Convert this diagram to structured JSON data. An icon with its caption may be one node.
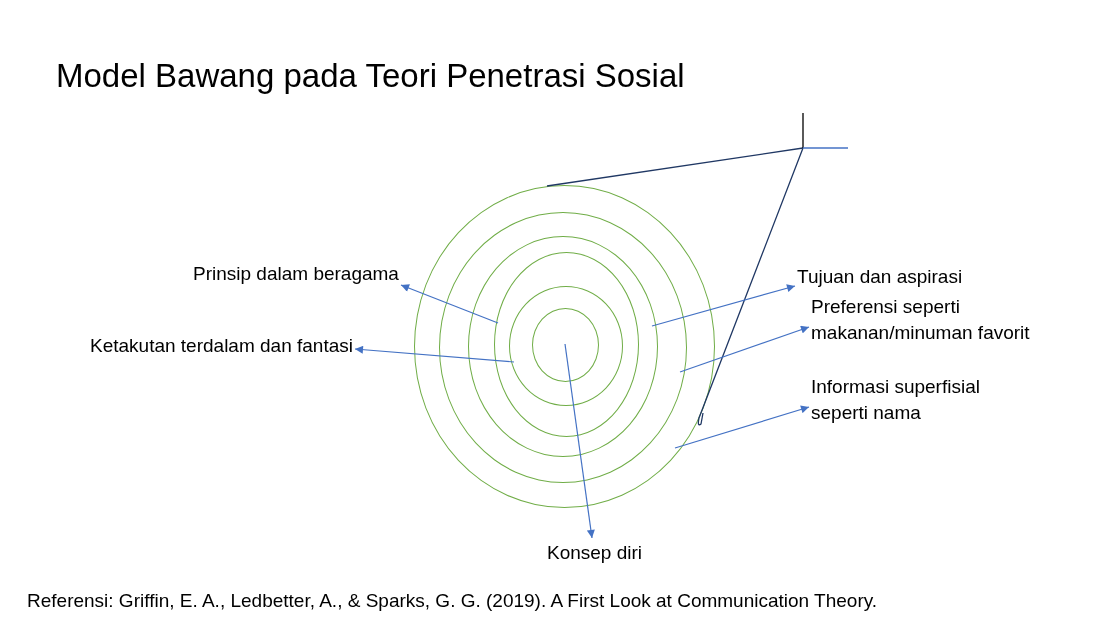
{
  "diagram": {
    "title": "Model Bawang pada Teori Penetrasi Sosial",
    "caption": "Referensi: Griffin, E. A., Ledbetter, A., & Sparks, G. G. (2019). A First Look at Communication Theory.",
    "nodes": [
      {
        "text": [],
        "shape": "ellipse"
      },
      {
        "text": [],
        "shape": "ellipse",
        "in": 0
      },
      {
        "text": [],
        "shape": "ellipse",
        "in": 1
      },
      {
        "text": [],
        "shape": "ellipse",
        "in": 2
      },
      {
        "text": [],
        "shape": "ellipse",
        "in": 3
      },
      {
        "text": [],
        "shape": "ellipse",
        "in": 4
      },
      {
        "text": [
          "Prinsip dalam beragama"
        ]
      },
      {
        "text": [
          "Tujuan dan aspirasi"
        ]
      },
      {
        "text": [
          "Preferensi seperti makanan/minuman favorit"
        ]
      },
      {
        "text": [
          "Ketakutan terdalam dan fantasi"
        ]
      },
      {
        "text": [
          "Informasi superfisial seperti nama"
        ]
      },
      {
        "text": [
          "Konsep diri"
        ]
      }
    ],
    "edges": [
      {
        "from": 3,
        "to": 6,
        "arrow": "to"
      },
      {
        "from": 2,
        "to": 7,
        "arrow": "to"
      },
      {
        "from": 1,
        "to": 8,
        "arrow": "to"
      },
      {
        "from": 4,
        "to": 9,
        "arrow": "to"
      },
      {
        "from": 0,
        "to": 10,
        "arrow": "to"
      },
      {
        "from": 5,
        "to": 11,
        "arrow": "to"
      }
    ]
  }
}
